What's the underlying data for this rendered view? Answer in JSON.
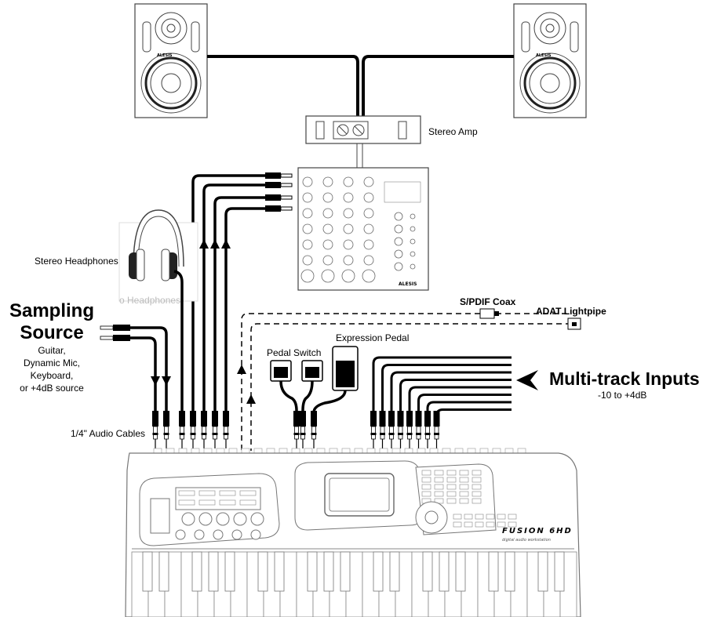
{
  "labels": {
    "stereo_amp": "Stereo Amp",
    "stereo_headphones": "Stereo Headphones",
    "sampling_source_title_1": "Sampling",
    "sampling_source_title_2": "Source",
    "sampling_source_desc_1": "Guitar,",
    "sampling_source_desc_2": "Dynamic Mic,",
    "sampling_source_desc_3": "Keyboard,",
    "sampling_source_desc_4": "or +4dB source",
    "audio_cables": "1/4\" Audio Cables",
    "spdif": "S/PDIF Coax",
    "adat": "ADAT Lightpipe",
    "expression_pedal": "Expression Pedal",
    "pedal_switch": "Pedal Switch",
    "multitrack_title": "Multi-track Inputs",
    "multitrack_range": "-10 to +4dB",
    "headphones_ghost": "o Headphones",
    "keyboard_brand": "FUSION 6HD",
    "keyboard_sub": "digital audio workstation",
    "mixer_brand": "ALESIS",
    "speaker_brand": "ALESIS"
  },
  "colors": {
    "line": "#000000",
    "device_stroke": "#444444",
    "device_fill": "#ffffff",
    "ghost_text": "#bbbbbb"
  }
}
